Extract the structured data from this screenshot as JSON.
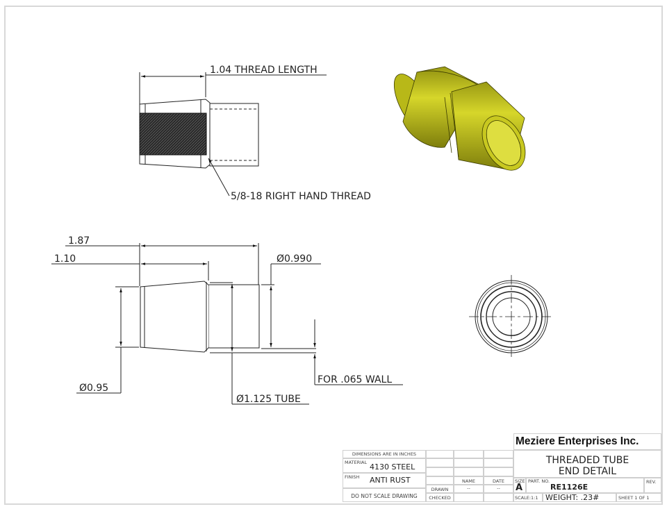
{
  "drawing": {
    "top_view": {
      "thread_length_label": "1.04 THREAD LENGTH",
      "thread_callout": "5/8-18 RIGHT HAND THREAD"
    },
    "side_view": {
      "overall_length": "1.87",
      "taper_length": "1.10",
      "tube_id_dim": "Ø0.990",
      "small_end_dim": "Ø0.95",
      "tube_od_dim": "Ø1.125 TUBE",
      "wall_note": "FOR .065 WALL"
    },
    "iso_view": {
      "color": "#c8c81e",
      "shade": "#8c8c10"
    },
    "end_view": {
      "type": "concentric-circles"
    }
  },
  "title_block": {
    "company": "Meziere Enterprises Inc.",
    "title_line1": "THREADED TUBE",
    "title_line2": "END DETAIL",
    "dimensions_note": "DIMENSIONS ARE IN INCHES",
    "material_label": "MATERIAL",
    "material": "4130 STEEL",
    "finish_label": "FINISH",
    "finish": "ANTI RUST",
    "do_not_scale": "DO NOT SCALE DRAWING",
    "name_header": "NAME",
    "date_header": "DATE",
    "drawn_label": "DRAWN",
    "drawn_name": "--",
    "drawn_date": "--",
    "checked_label": "CHECKED",
    "size_label": "SIZE",
    "size": "A",
    "part_no_label": "PART. NO.",
    "part_no": "RE1126E",
    "rev_label": "REV.",
    "scale": "SCALE:1:1",
    "weight": "WEIGHT: .23#",
    "sheet": "SHEET 1 OF 1"
  }
}
